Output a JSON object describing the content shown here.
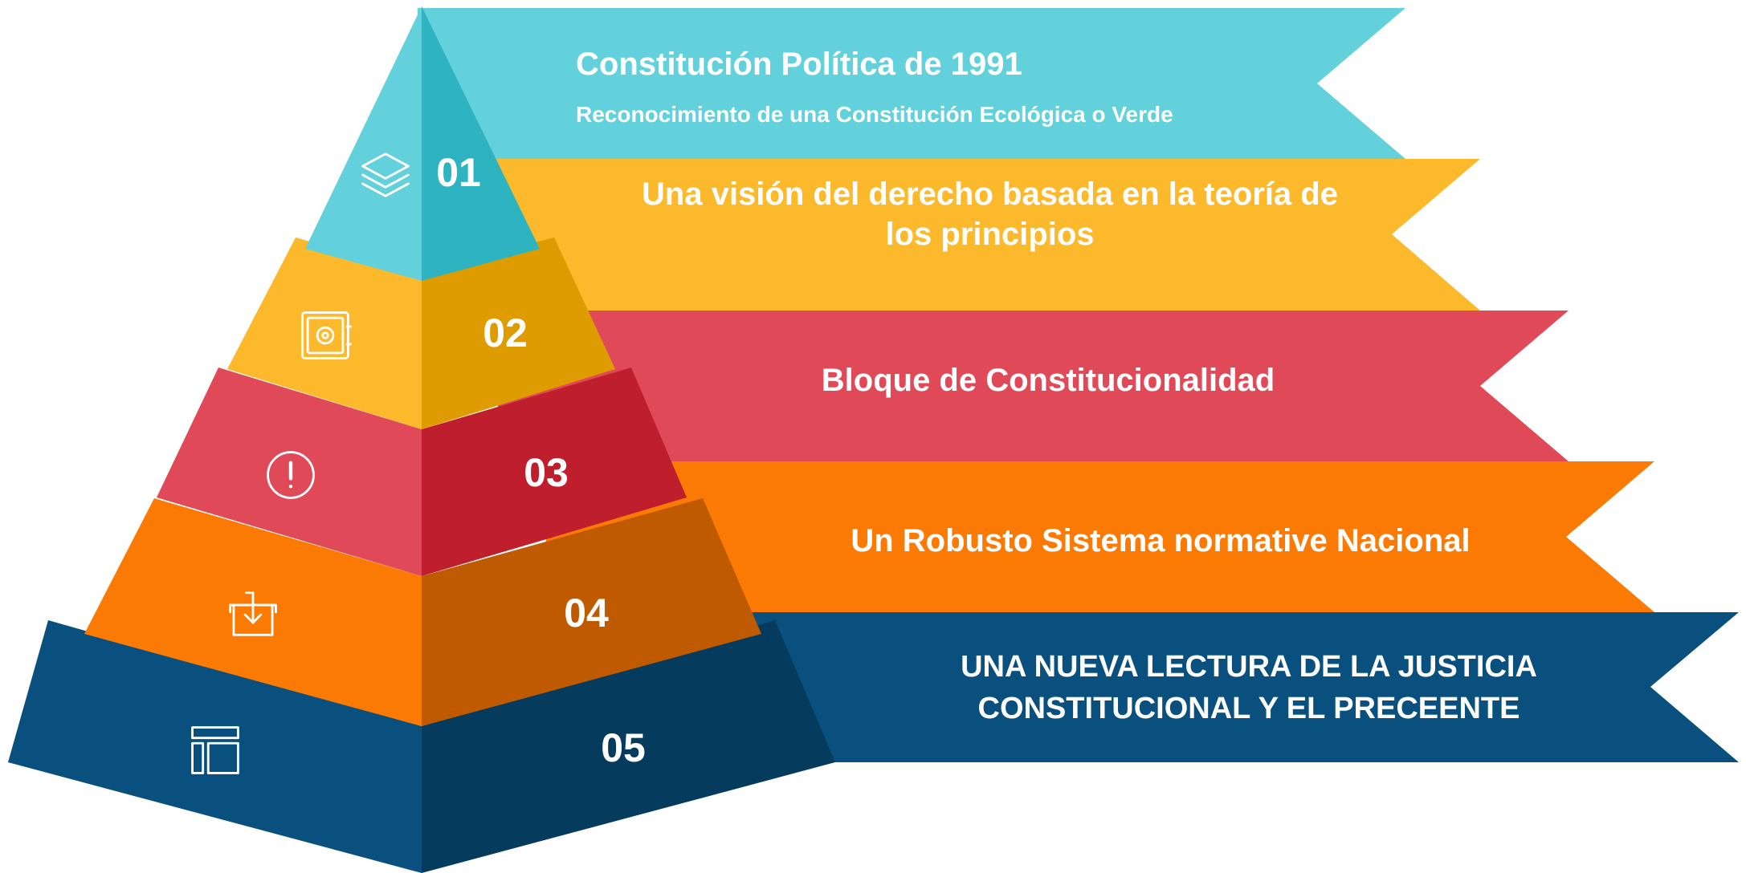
{
  "colors": {
    "teal": "#63D1DB",
    "teal_dark": "#2EB4C0",
    "yellow": "#FDB92C",
    "yellow_dark": "#DF9C00",
    "red": "#E04A58",
    "red_dark": "#BF1E2C",
    "orange": "#FB7A04",
    "orange_dark": "#BF5A00",
    "blue": "#09507F",
    "blue_dark": "#053C5E"
  },
  "levels": [
    {
      "number": "01",
      "icon": "layers-icon",
      "title": "Constitución Política de 1991",
      "subtitle": "Reconocimiento de una Constitución Ecológica o Verde"
    },
    {
      "number": "02",
      "icon": "safe-icon",
      "line1": "Una visión del derecho basada en la teoría de",
      "line2": "los principios"
    },
    {
      "number": "03",
      "icon": "alert-circle-icon",
      "text": "Bloque de Constitucionalidad"
    },
    {
      "number": "04",
      "icon": "inbox-download-icon",
      "text": "Un Robusto Sistema normative Nacional"
    },
    {
      "number": "05",
      "icon": "layout-icon",
      "line1": "UNA NUEVA LECTURA DE LA  JUSTICIA",
      "line2": "CONSTITUCIONAL Y EL PRECEENTE"
    }
  ]
}
